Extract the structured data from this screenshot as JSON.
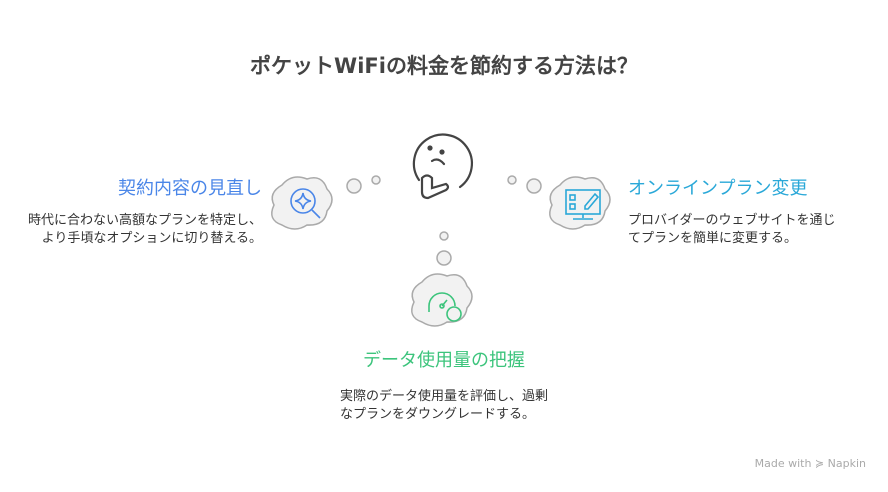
{
  "title": "ポケットWiFiの料金を節約する方法は？",
  "items": [
    {
      "heading": "契約内容の見直し",
      "desc": "時代に合わない高額なプランを特定し、より手頃なオプションに切り替える。",
      "icon": "search-sparkle-icon",
      "color": "#4a86e8"
    },
    {
      "heading": "オンラインプラン変更",
      "desc": "プロバイダーのウェブサイトを通じてプランを簡単に変更する。",
      "icon": "monitor-edit-icon",
      "color": "#2aa8d8"
    },
    {
      "heading": "データ使用量の把握",
      "desc": "実際のデータ使用量を評価し、過剰なプランをダウングレードする。",
      "icon": "gauge-icon",
      "color": "#3cc47c"
    }
  ],
  "footer": "Made with ≽ Napkin"
}
